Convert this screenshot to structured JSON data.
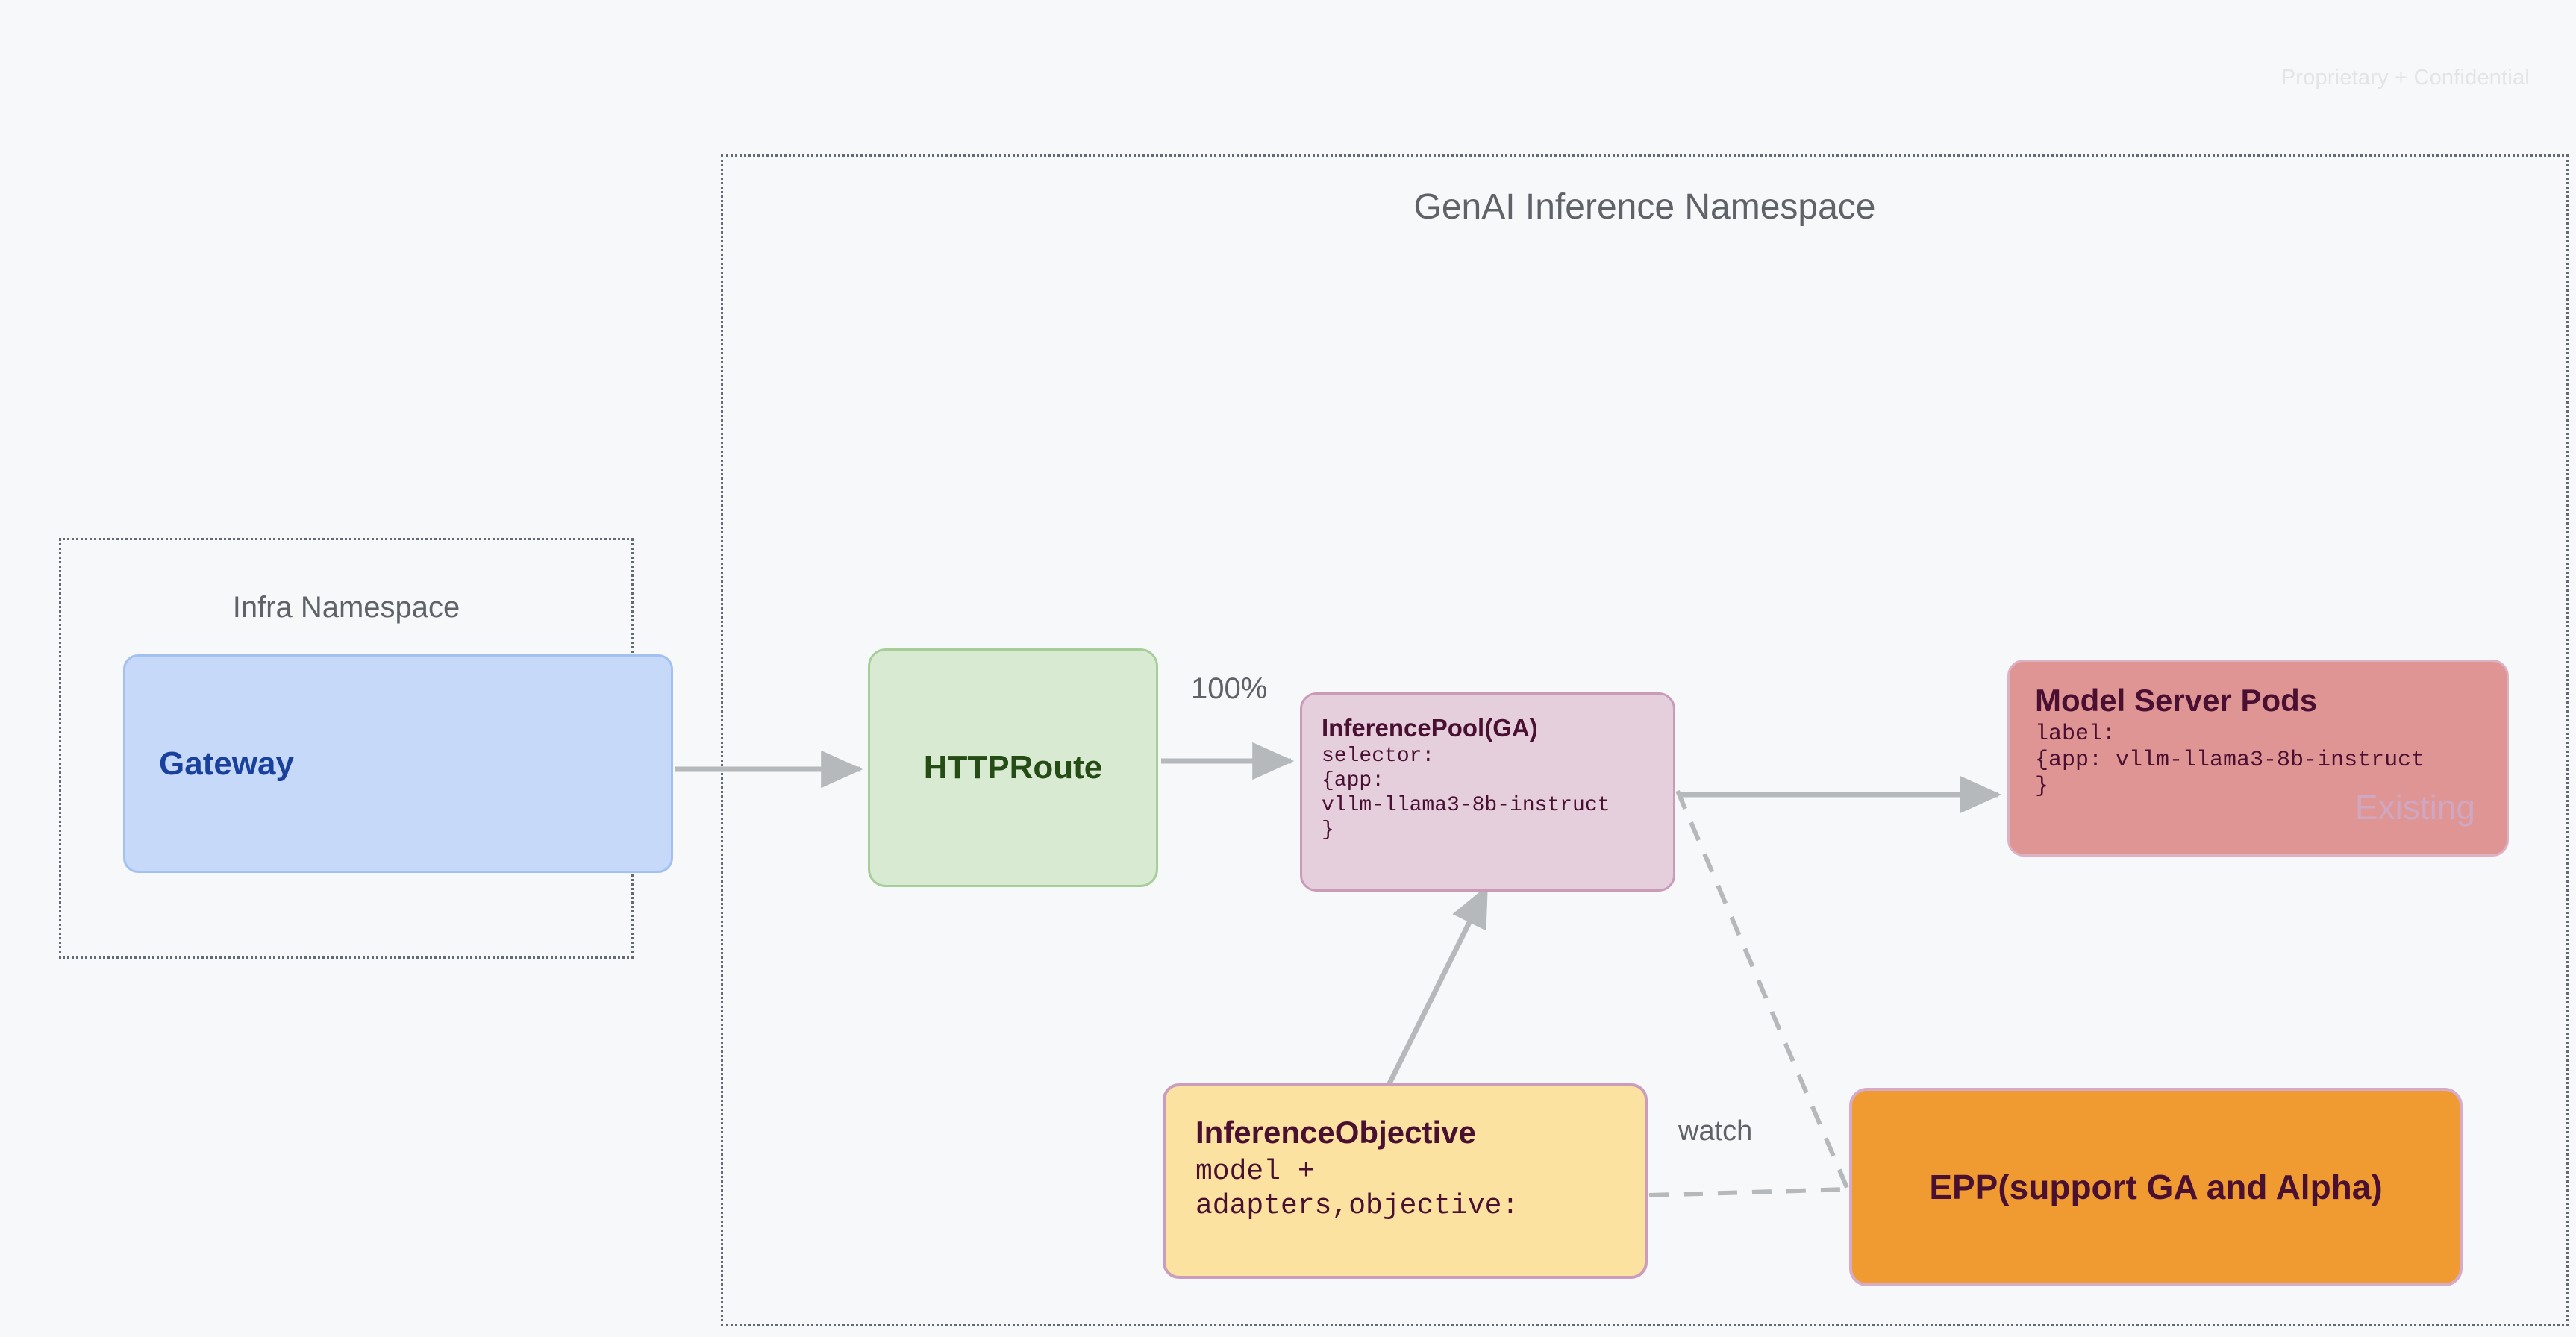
{
  "watermark": "Proprietary + Confidential",
  "namespaces": [
    {
      "id": "infra",
      "title": "Infra Namespace"
    },
    {
      "id": "genai",
      "title": "GenAI Inference Namespace"
    }
  ],
  "nodes": {
    "gateway": {
      "title": "Gateway",
      "fill": "#c6d9f8",
      "border": "#a2c0f0",
      "text_color": "#18409c"
    },
    "httproute": {
      "title": "HTTPRoute",
      "fill": "#d9ead3",
      "border": "#a7ce99",
      "text_color": "#254c15"
    },
    "inference_pool": {
      "title": "InferencePool(GA)",
      "body": "selector:\n{app:\nvllm-llama3-8b-instruct\n}",
      "fill": "#e6cfdd",
      "border": "#c99bb7",
      "text_color": "#4a1031"
    },
    "model_server_pods": {
      "title": "Model Server Pods",
      "body": "label:\n{app: vllm-llama3-8b-instruct\n}",
      "badge": "Existing",
      "fill": "#e09595",
      "border": "#dbb1c4",
      "text_color": "#4a1031",
      "badge_color": "#cfa7c0"
    },
    "inference_objective": {
      "title": "InferenceObjective",
      "body": "model +\nadapters,objective:",
      "fill": "#fbe2a0",
      "border": "#cb9dbd",
      "text_color": "#4a1031"
    },
    "epp": {
      "title": "EPP(support GA and Alpha)",
      "fill": "#ef9b31",
      "border": "#d6abc7",
      "text_color": "#4a1031"
    }
  },
  "edges": [
    {
      "id": "gateway-to-httproute",
      "label": "",
      "style": "solid"
    },
    {
      "id": "httproute-to-pool",
      "label": "100%",
      "style": "solid"
    },
    {
      "id": "pool-to-pods",
      "label": "",
      "style": "solid"
    },
    {
      "id": "objective-to-pool",
      "label": "",
      "style": "solid"
    },
    {
      "id": "pool-to-epp",
      "label": "",
      "style": "dashed"
    },
    {
      "id": "objective-to-epp",
      "label": "watch",
      "style": "dashed"
    }
  ],
  "edge_labels": {
    "percent": "100%",
    "watch": "watch"
  },
  "colors": {
    "background": "#f7f8fa",
    "namespace_border": "#646a73",
    "namespace_title": "#5f6368",
    "edge": "#b6b9bc",
    "watermark": "#e3e4e6"
  }
}
